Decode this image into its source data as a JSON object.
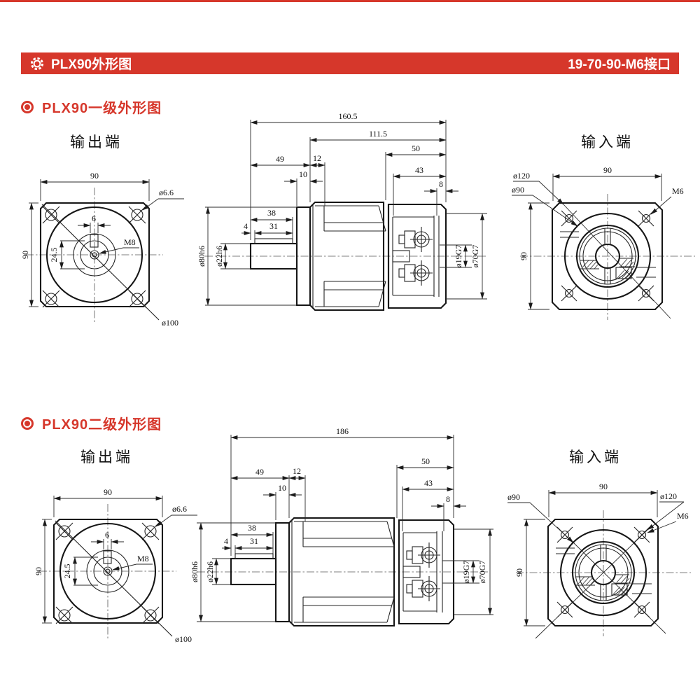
{
  "colors": {
    "accent": "#d6372b",
    "ink": "#1b1b1b",
    "background": "#ffffff"
  },
  "header": {
    "title": "PLX90外形图",
    "interface_label": "19-70-90-M6接口"
  },
  "sections": [
    {
      "title": "PLX90一级外形图",
      "output_view": {
        "label": "输出端",
        "dims": {
          "flange_width": "90",
          "flange_height": "90",
          "corner_hole_dia": "ø6.6",
          "keyway_width": "6",
          "keyway_depth": "24.5",
          "center_tap": "M8",
          "bolt_circle_dia": "ø100"
        }
      },
      "side_view": {
        "dims": {
          "overall_length": "160.5",
          "body_length": "111.5",
          "input_length": "50",
          "front_length": "49",
          "step_length": "12",
          "pilot_depth": "10",
          "pocket_depth": "43",
          "lip_width": "8",
          "shaft_length": "38",
          "key_offset": "4",
          "key_length": "31",
          "pilot_dia": "ø80h6",
          "shaft_dia": "ø22h6",
          "input_bore_dia": "ø19G7",
          "input_spigot_dia": "ø70G7"
        }
      },
      "input_view": {
        "label": "输入端",
        "dims": {
          "flange_width": "90",
          "flange_height": "90",
          "outer_circle_dia": "ø120",
          "pilot_circle_dia": "ø90",
          "corner_tap": "M6"
        }
      }
    },
    {
      "title": "PLX90二级外形图",
      "output_view": {
        "label": "输出端",
        "dims": {
          "flange_width": "90",
          "flange_height": "90",
          "corner_hole_dia": "ø6.6",
          "keyway_width": "6",
          "keyway_depth": "24.5",
          "center_tap": "M8",
          "bolt_circle_dia": "ø100"
        }
      },
      "side_view": {
        "dims": {
          "overall_length": "186",
          "input_length": "50",
          "front_length": "49",
          "step_length": "12",
          "pilot_depth": "10",
          "pocket_depth": "43",
          "lip_width": "8",
          "shaft_length": "38",
          "key_offset": "4",
          "key_length": "31",
          "pilot_dia": "ø80h6",
          "shaft_dia": "ø22h6",
          "input_bore_dia": "ø19G7",
          "input_spigot_dia": "ø70G7"
        }
      },
      "input_view": {
        "label": "输入端",
        "dims": {
          "flange_width": "90",
          "flange_height": "90",
          "outer_circle_dia": "ø120",
          "pilot_circle_dia": "ø90",
          "corner_tap": "M6"
        }
      }
    }
  ]
}
